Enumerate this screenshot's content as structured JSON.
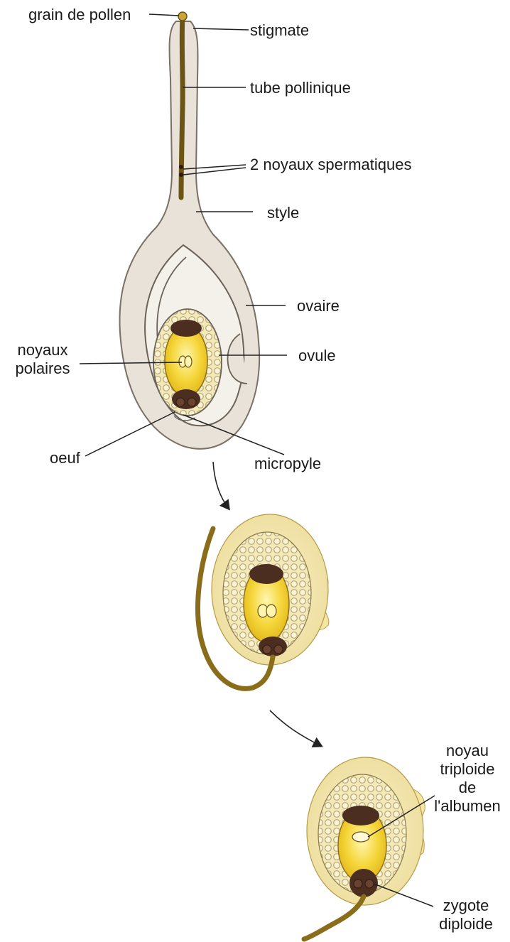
{
  "colors": {
    "tissue": "#e6dfd6",
    "ovary_inner": "#f3efea",
    "outline": "#6b6258",
    "tube": "#6b5414",
    "yolk": "#f2cf2f",
    "yolk_light": "#f7e48a",
    "ovule_bg": "#f1e6b0",
    "cells": "#c9b98a",
    "dark_cell": "#4b2e1f",
    "arrow": "#222222",
    "label": "#1a1a1a"
  },
  "labels": {
    "grain_de_pollen": "grain de pollen",
    "stigmate": "stigmate",
    "tube_pollinique": "tube pollinique",
    "noyaux_spermatiques": "2 noyaux spermatiques",
    "style": "style",
    "ovaire": "ovaire",
    "noyaux_polaires_1": "noyaux",
    "noyaux_polaires_2": "polaires",
    "ovule": "ovule",
    "oeuf": "oeuf",
    "micropyle": "micropyle",
    "noyau_triploide_1": "noyau",
    "noyau_triploide_2": "triploide",
    "noyau_triploide_3": "de",
    "noyau_triploide_4": "l'albumen",
    "zygote_1": "zygote",
    "zygote_2": "diploide"
  }
}
